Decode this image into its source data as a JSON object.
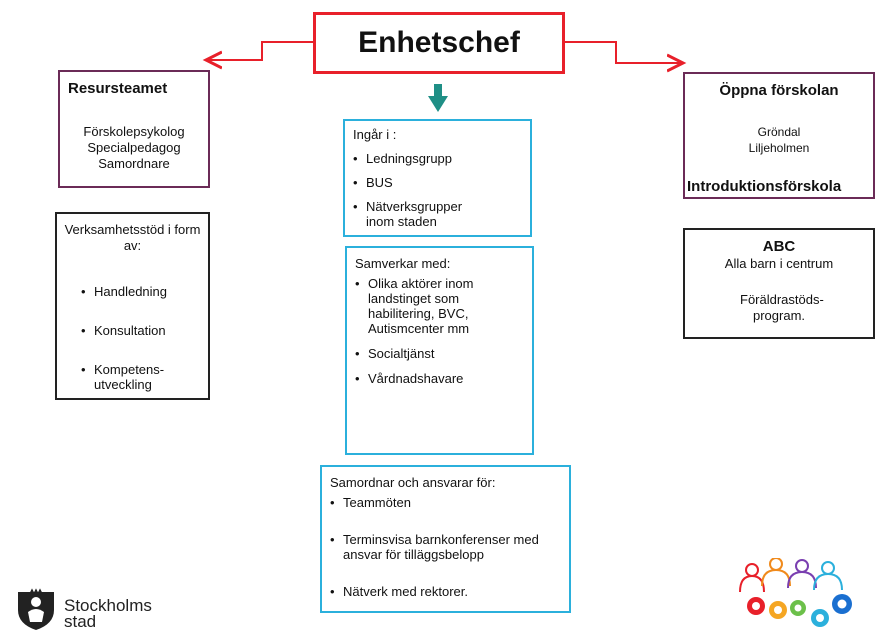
{
  "head": {
    "label": "Enhetschef"
  },
  "resursteamet": {
    "title": "Resursteamet",
    "lines": [
      "Förskolepsykolog",
      "Specialpedagog",
      "Samordnare"
    ]
  },
  "verksamhetsstod": {
    "intro": "Verksamhetsstöd i form av:",
    "items": [
      "Handledning",
      "Konsultation",
      "Kompetens-utveckling"
    ]
  },
  "ingar": {
    "intro": "Ingår i :",
    "items": [
      "Ledningsgrupp",
      "BUS",
      "Nätverksgrupper inom staden"
    ]
  },
  "samverkar": {
    "intro": "Samverkar med:",
    "items": [
      "Olika aktörer inom landstinget som habilitering, BVC, Autismcenter mm",
      "Socialtjänst",
      "Vårdnadshavare"
    ]
  },
  "samordnar": {
    "intro": "Samordnar och ansvarar för:",
    "items": [
      "Teammöten",
      "Terminsvisa barnkonferenser med ansvar för tilläggsbelopp",
      "Nätverk med rektorer."
    ]
  },
  "oppna": {
    "title": "Öppna förskolan",
    "lines": [
      "Gröndal",
      "Liljeholmen"
    ],
    "subtitle": "Introduktionsförskola"
  },
  "abc": {
    "title": "ABC",
    "line1": "Alla barn i centrum",
    "line2": "Föräldrastöds-program."
  },
  "logo": {
    "line1": "Stockholms",
    "line2": "stad"
  },
  "colors": {
    "red": "#e8202a",
    "teal": "#1f8f86",
    "blue": "#2bb0dc",
    "purple": "#6b2b57"
  }
}
